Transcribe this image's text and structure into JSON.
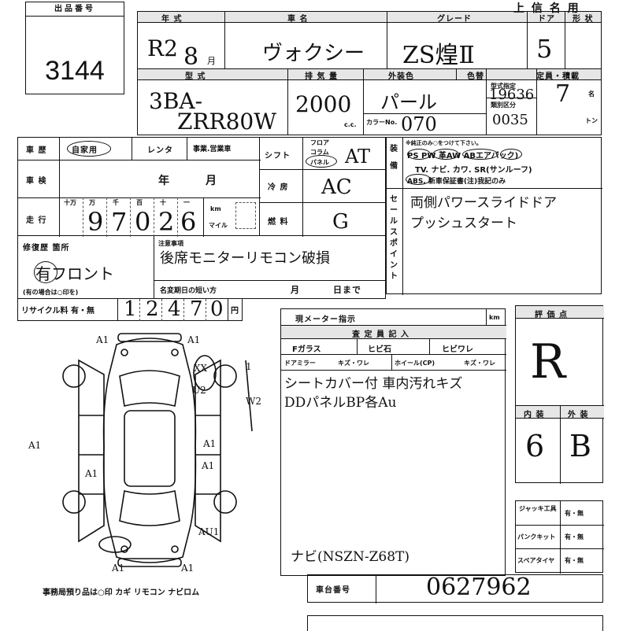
{
  "lot": {
    "label": "出品番号",
    "number": "3144"
  },
  "header": {
    "year_label": "年 式",
    "car_name_label": "車 名",
    "grade_label": "グレード",
    "doors_label": "ドア",
    "body_label": "形 状",
    "top_right": "上 信 名 用"
  },
  "basic": {
    "year": "R2",
    "month": "8",
    "month_unit": "月",
    "car_name": "ヴォクシー",
    "grade": "ZS煌Ⅱ",
    "doors": "5"
  },
  "spec": {
    "type_label": "型 式",
    "displacement_label": "排 気 量",
    "color_label": "外装色",
    "interior_color_label": "色替",
    "capacity_label": "定員・積載",
    "type_line1": "3BA-",
    "type_line2": "ZRR80W",
    "displacement": "2000",
    "cc_unit": "c.c.",
    "color": "パール",
    "color_code_label": "カラーNo.",
    "color_code": "070",
    "designation_label": "型式指定",
    "designation_no": "19636",
    "category_label": "類別区分",
    "category_no": "0035",
    "seats": "7",
    "seats_unit": "名",
    "load_unit": "トン"
  },
  "history": {
    "label": "車 歴",
    "private": "自家用",
    "rental": "レンタ",
    "business": "事業.営業車",
    "inspection_label": "車 検",
    "inspection_year_unit": "年",
    "inspection_month_unit": "月",
    "mileage_label": "走 行",
    "mileage_digits": [
      "9",
      "7",
      "0",
      "2",
      "6"
    ],
    "mileage_places": [
      "十万",
      "万",
      "千",
      "百",
      "十",
      "一"
    ],
    "mileage_unit_km": "km",
    "mileage_unit_mile": "マイル"
  },
  "drive": {
    "shift_label": "シフト",
    "shift_floor": "フロア",
    "shift_column": "コラム",
    "shift_panel": "パネル",
    "shift_value": "AT",
    "ac_label": "冷 房",
    "ac_value": "AC",
    "fuel_label": "燃 料",
    "fuel_value": "G"
  },
  "equipment": {
    "label": "装 備",
    "note": "※純正のみ○をつけて下さい。",
    "line1": "PS PW 革AW ABエアバック)",
    "line2": "TV. ナビ. カワ. SR(サンルーフ)",
    "line3": "ABS. 新車保証書(注)我記のみ"
  },
  "sales_points": {
    "label": "セールスポイント",
    "line1": "両側パワースライドドア",
    "line2": "プッシュスタート"
  },
  "repair": {
    "label": "修復歴 箇所",
    "value": "有フロント",
    "footnote": "(有の場合は○印を)"
  },
  "notes": {
    "label": "注意事項",
    "text": "後席モニターリモコン破損",
    "name_change_label": "名変期日の短い方",
    "month_unit": "月",
    "day_unit": "日まで"
  },
  "recycle": {
    "label": "リサイクル料 有・無",
    "digits": [
      "1",
      "2",
      "4",
      "7",
      "0"
    ],
    "unit": "円"
  },
  "meter": {
    "label": "現メーター指示",
    "unit": "km"
  },
  "inspector": {
    "label": "査 定 員 記 入",
    "glass_label": "Fガラス",
    "chip_label": "ヒビ石",
    "crack_label": "ヒビワレ",
    "mirror_label": "ドアミラー",
    "mirror_opts": "キズ・ワレ",
    "wheel_label": "ホイール(CP)",
    "wheel_opts": "キズ・ワレ",
    "comment1": "シートカバー付 車内汚れキズ",
    "comment2": "DDパネルBP各Au",
    "model_note": "ナビ(NSZN-Z68T)"
  },
  "grade": {
    "label": "評 価 点",
    "overall": "R",
    "interior_label": "内 装",
    "exterior_label": "外 装",
    "interior": "6",
    "exterior": "B"
  },
  "tools": {
    "jack_label": "ジャッキ工具",
    "jack_value": "有・無",
    "puncture_label": "パンクキット",
    "puncture_value": "有・無",
    "spare_label": "スペアタイヤ",
    "spare_value": "有・無"
  },
  "chassis": {
    "label": "車台番号",
    "number": "0627962"
  },
  "diagram": {
    "marks": [
      "A1",
      "A1",
      "A1",
      "XX",
      "U2",
      "W2",
      "A1",
      "A1",
      "A1",
      "AU1",
      "A1",
      "A1",
      "1"
    ],
    "footer": "事務局預り品は○印  カギ  リモコン  ナビロム"
  }
}
